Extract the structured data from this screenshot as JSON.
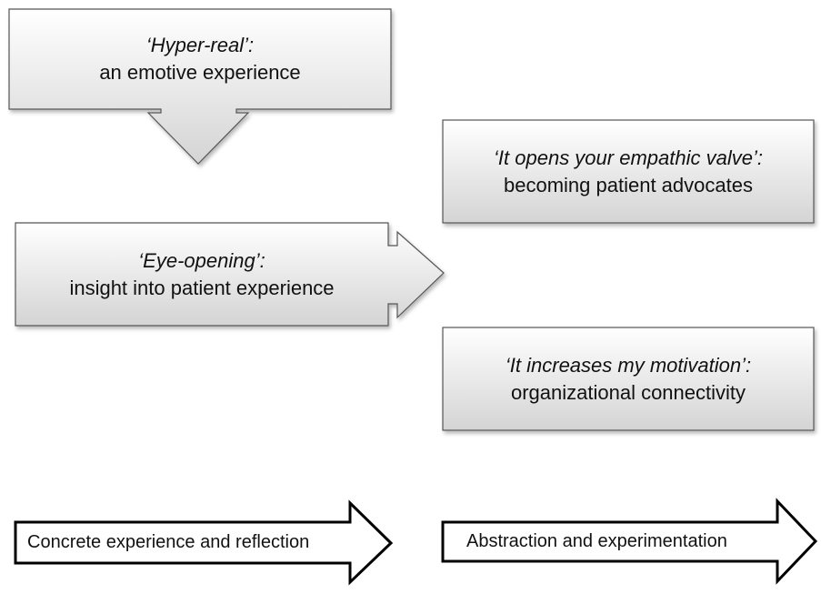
{
  "box_hyper_real": {
    "title": "‘Hyper-real’:",
    "sub": "an emotive experience"
  },
  "box_eye_opening": {
    "title": "‘Eye-opening’:",
    "sub": "insight into patient experience"
  },
  "box_empathic": {
    "title": "‘It opens your empathic valve’:",
    "sub": "becoming patient advocates"
  },
  "box_motivation": {
    "title": "‘It increases my motivation’:",
    "sub": "organizational connectivity"
  },
  "arrow_concrete": {
    "label": "Concrete experience and reflection"
  },
  "arrow_abstraction": {
    "label": "Abstraction and experimentation"
  },
  "colors": {
    "box_top": "#ffffff",
    "box_bottom": "#d4d4d4",
    "border": "#555555",
    "outline": "#000000"
  }
}
